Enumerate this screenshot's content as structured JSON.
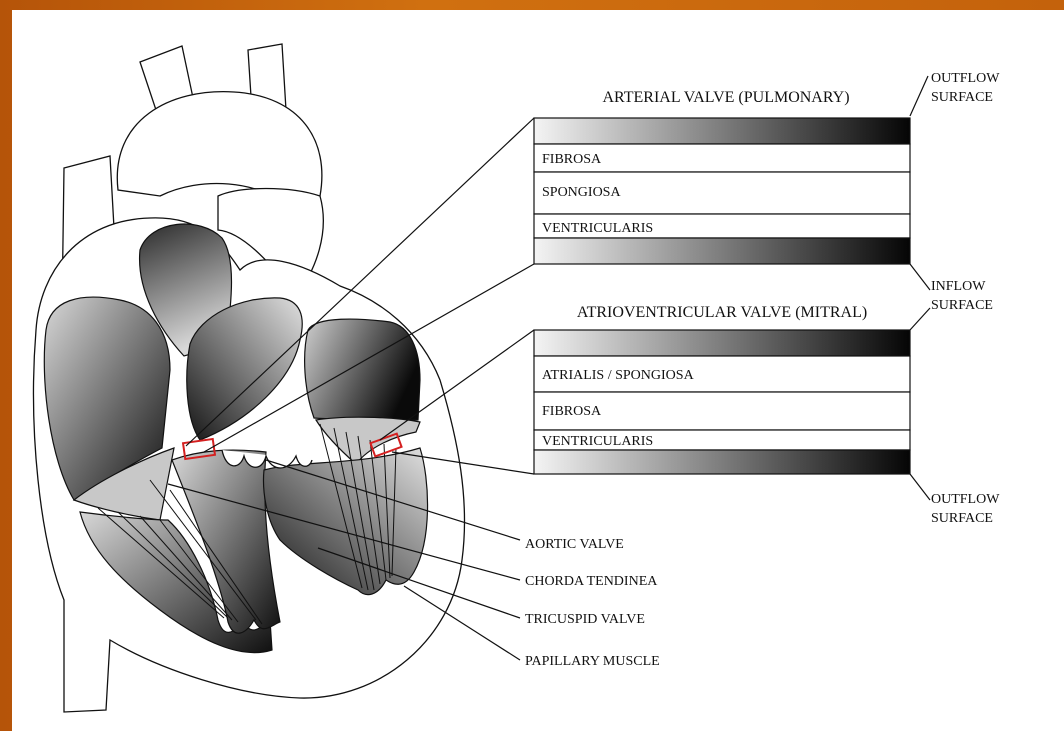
{
  "diagram": {
    "arterial": {
      "title": "ARTERIAL VALVE (PULMONARY)",
      "layers": [
        "FIBROSA",
        "SPONGIOSA",
        "VENTRICULARIS"
      ]
    },
    "atrioventricular": {
      "title": "ATRIOVENTRICULAR VALVE (MITRAL)",
      "layers": [
        "ATRIALIS / SPONGIOSA",
        "FIBROSA",
        "VENTRICULARIS"
      ]
    },
    "surfaces": {
      "outflow_top": [
        "OUTFLOW",
        "SURFACE"
      ],
      "inflow": [
        "INFLOW",
        "SURFACE"
      ],
      "outflow_bottom": [
        "OUTFLOW",
        "SURFACE"
      ]
    },
    "labels": [
      "AORTIC VALVE",
      "CHORDA TENDINEA",
      "TRICUSPID VALVE",
      "PAPILLARY MUSCLE"
    ],
    "colors": {
      "frame": "#c0600b",
      "highlight": "#d42020"
    }
  }
}
